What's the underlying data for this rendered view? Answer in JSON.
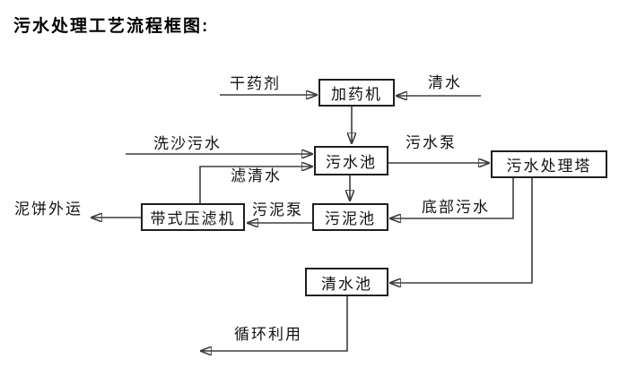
{
  "title": "污水处理工艺流程框图:",
  "colors": {
    "background": "#ffffff",
    "line": "#3d3d3d",
    "box_border": "#1f1f1f",
    "text": "#111111"
  },
  "nodes": {
    "dosing_machine": "加药机",
    "sewage_pool": "污水池",
    "sewage_treatment_tower": "污水处理塔",
    "belt_filter_press": "带式压滤机",
    "sludge_pool": "污泥池",
    "clean_water_pool": "清水池"
  },
  "edge_labels": {
    "dry_chemical": "干药剂",
    "clean_water": "清水",
    "sand_washing_sewage": "洗沙污水",
    "sewage_pump": "污水泵",
    "filtered_clean_water": "滤清水",
    "sludge_pump": "污泥泵",
    "bottom_sewage": "底部污水",
    "mud_cake_outbound": "泥饼外运",
    "recycling": "循环利用"
  },
  "edges": [
    {
      "from": "dry_chemical",
      "to": "dosing_machine",
      "label": "干药剂"
    },
    {
      "from": "clean_water",
      "to": "dosing_machine",
      "label": "清水"
    },
    {
      "from": "dosing_machine",
      "to": "sewage_pool",
      "label": ""
    },
    {
      "from": "sand_washing_sewage",
      "to": "sewage_pool",
      "label": "洗沙污水"
    },
    {
      "from": "belt_filter_press",
      "to": "sewage_pool",
      "label": "滤清水"
    },
    {
      "from": "sewage_pool",
      "to": "sewage_treatment_tower",
      "label": "污水泵"
    },
    {
      "from": "sewage_pool",
      "to": "sludge_pool",
      "label": ""
    },
    {
      "from": "sewage_treatment_tower",
      "to": "sludge_pool",
      "label": "底部污水"
    },
    {
      "from": "sludge_pool",
      "to": "belt_filter_press",
      "label": "污泥泵"
    },
    {
      "from": "belt_filter_press",
      "to": "mud_cake_outbound",
      "label": "泥饼外运"
    },
    {
      "from": "sewage_treatment_tower",
      "to": "clean_water_pool",
      "label": ""
    },
    {
      "from": "clean_water_pool",
      "to": "recycling",
      "label": "循环利用"
    }
  ]
}
